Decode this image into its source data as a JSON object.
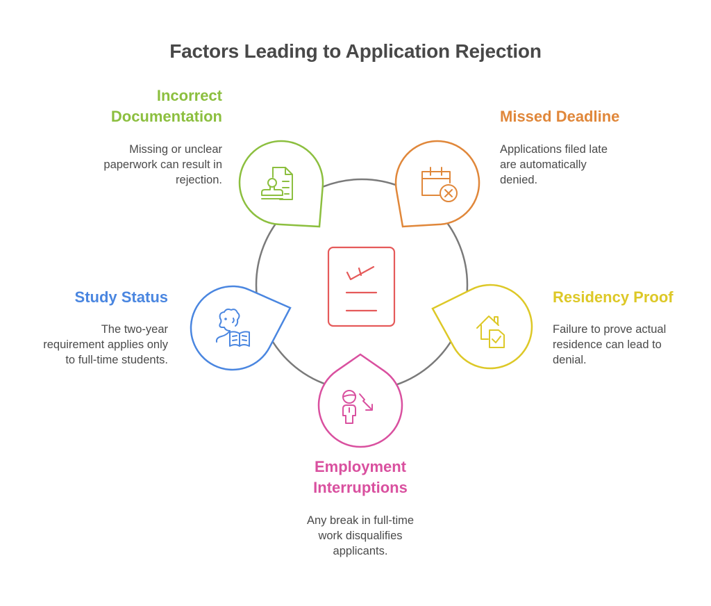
{
  "title": "Factors Leading to Application Rejection",
  "center": {
    "icon": "checklist-document-icon",
    "color": "#E55A5A"
  },
  "ring_color": "#7a7a7a",
  "factors": [
    {
      "id": "incorrect-documentation",
      "title": "Incorrect Documentation",
      "title_lines": [
        "Incorrect",
        "Documentation"
      ],
      "description_lines": [
        "Missing or unclear",
        "paperwork can result in",
        "rejection."
      ],
      "icon": "document-stamp-icon",
      "color": "#8CBF3F"
    },
    {
      "id": "missed-deadline",
      "title": "Missed Deadline",
      "title_lines": [
        "Missed Deadline"
      ],
      "description_lines": [
        "Applications filed late",
        "are automatically",
        "denied."
      ],
      "icon": "calendar-cancel-icon",
      "color": "#E0873A"
    },
    {
      "id": "residency-proof",
      "title": "Residency Proof",
      "title_lines": [
        "Residency Proof"
      ],
      "description_lines": [
        "Failure to prove actual",
        "residence can lead to",
        "denial."
      ],
      "icon": "house-document-check-icon",
      "color": "#DDC827"
    },
    {
      "id": "employment-interruptions",
      "title": "Employment Interruptions",
      "title_lines": [
        "Employment",
        "Interruptions"
      ],
      "description_lines": [
        "Any break in full-time",
        "work disqualifies",
        "applicants."
      ],
      "icon": "person-trend-down-icon",
      "color": "#D9509F"
    },
    {
      "id": "study-status",
      "title": "Study Status",
      "title_lines": [
        "Study Status"
      ],
      "description_lines": [
        "The two-year",
        "requirement applies only",
        "to full-time students."
      ],
      "icon": "student-reading-icon",
      "color": "#4A86E0"
    }
  ]
}
